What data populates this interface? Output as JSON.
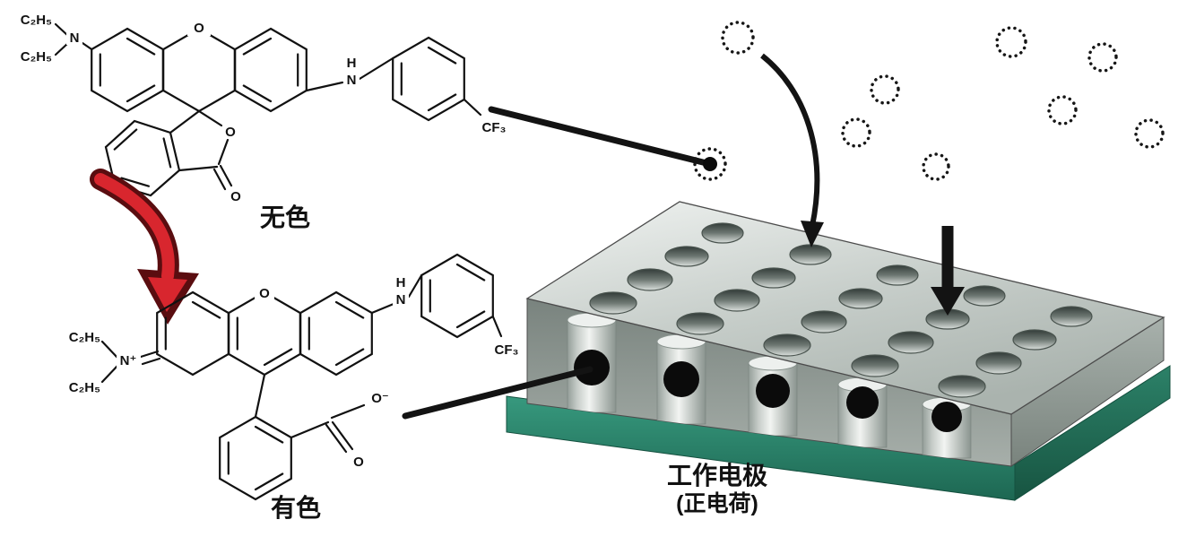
{
  "closed_form": {
    "caption": "无色",
    "labels": {
      "ethyl_top": "C₂H₅",
      "ethyl_bottom": "C₂H₅",
      "amine_n": "N",
      "xanthene_o": "O",
      "nh_h": "H",
      "nh_n": "N",
      "cf3": "CF₃",
      "lactone_o": "O",
      "carbonyl_o": "O"
    }
  },
  "open_form": {
    "caption": "有色",
    "labels": {
      "ethyl_top": "C₂H₅",
      "ethyl_bottom": "C₂H₅",
      "iminium_n": "N⁺",
      "xanthene_o": "O",
      "nh_h": "H",
      "nh_n": "N",
      "cf3": "CF₃",
      "carboxylate_o_minus": "O⁻",
      "carboxylate_o": "O"
    }
  },
  "electrode": {
    "caption_line1": "工作电极",
    "caption_line2": "(正电荷)"
  },
  "colors": {
    "bond": "#111111",
    "transform_arrow_fill": "#d8262e",
    "transform_arrow_outline": "#5a0d10",
    "base_green": "#2f8a72",
    "slab_gray": "#c9d0cc",
    "pointer_black": "#131313"
  }
}
